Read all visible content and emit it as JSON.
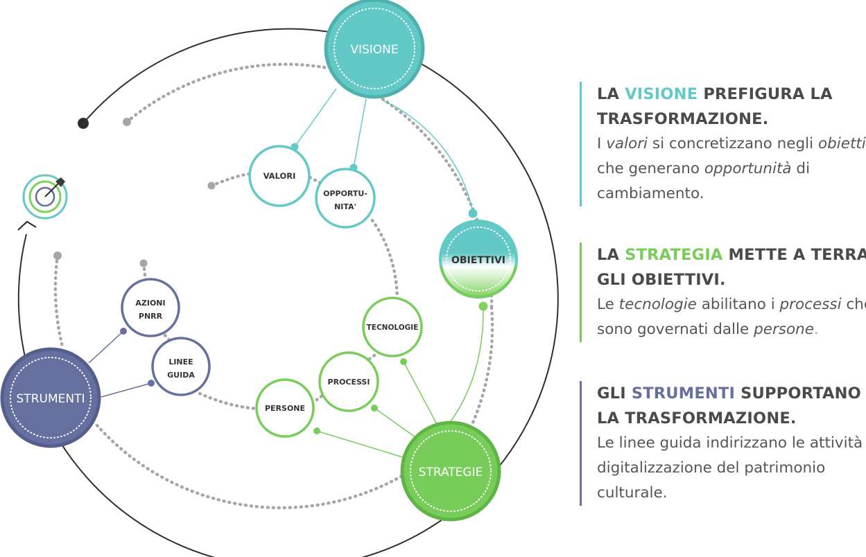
{
  "colors": {
    "vision": "#62c9c6",
    "vision_ring": "#4fb0ad",
    "strategy": "#78cd5a",
    "strategy_ring": "#5fb447",
    "tools": "#66709e",
    "tools_ring": "#555f8c",
    "dots": "#a6a6a6",
    "outer_line": "#2e2e2e",
    "text": "#4a4a4a"
  },
  "nodes": {
    "visione": "VISIONE",
    "strategie": "STRATEGIE",
    "strumenti": "STRUMENTI",
    "obiettivi": "OBIETTIVI",
    "valori": "VALORI",
    "opportunita_1": "OPPORTU-",
    "opportunita_2": "NITA'",
    "tecnologie": "TECNOLOGIE",
    "processi": "PROCESSI",
    "persone": "PERSONE",
    "azioni_1": "AZIONI",
    "azioni_2": "PNRR",
    "linee_1": "LINEE",
    "linee_2": "GUIDA"
  },
  "icons": {
    "target": "target-icon"
  },
  "panels": {
    "vision": {
      "title_pre": "LA ",
      "title_key": "VISIONE",
      "title_post": " PREFIGURA LA TRASFORMAZIONE.",
      "t1": "I ",
      "i1": "valori",
      "t2": " si concretizzano negli ",
      "i2": "obiettivi",
      "t3": " che generano ",
      "i3": "opportunità",
      "t4": " di cambiamento."
    },
    "strategy": {
      "title_pre": "LA ",
      "title_key": "STRATEGIA",
      "title_post": " METTE A TERRA GLI OBIETTIVI.",
      "t1": "Le ",
      "i1": "tecnologie",
      "t2": " abilitano i ",
      "i2": "processi",
      "t3": " che sono governati dalle ",
      "i3": "persone",
      "t4": "."
    },
    "tools": {
      "title_pre": "GLI ",
      "title_key": "STRUMENTI",
      "title_post": " SUPPORTANO LA TRASFORMAZIONE.",
      "body": "Le linee guida indirizzano le attività di digitalizzazione del patrimonio culturale."
    }
  }
}
